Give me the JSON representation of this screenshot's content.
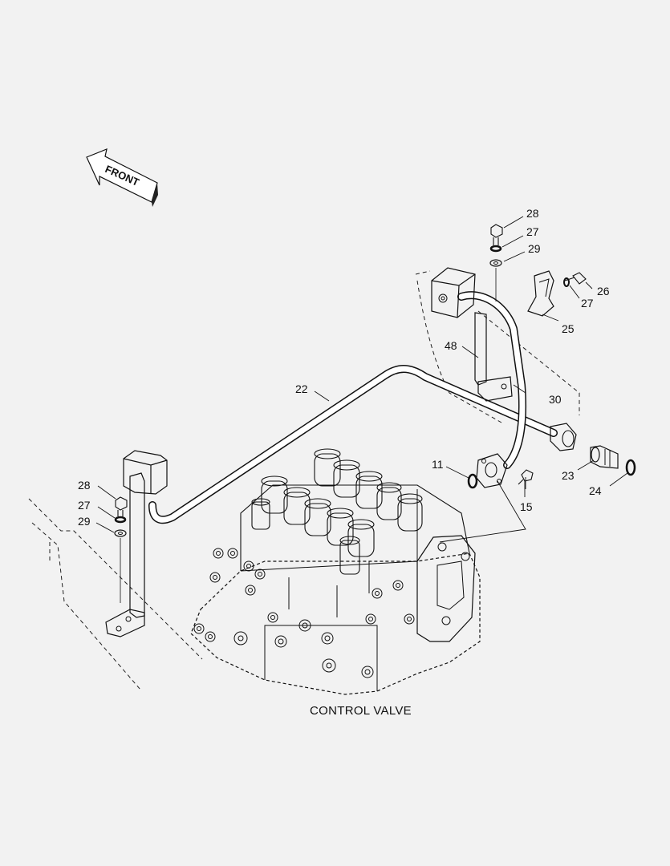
{
  "diagram": {
    "direction_arrow": "FRONT",
    "caption": "CONTROL VALVE",
    "callouts": {
      "c22": "22",
      "c48": "48",
      "c30": "30",
      "c28_top": "28",
      "c27_top": "27",
      "c29_top": "29",
      "c26": "26",
      "c27_right": "27",
      "c25": "25",
      "c11": "11",
      "c23": "23",
      "c24": "24",
      "c15": "15",
      "c28_left": "28",
      "c27_left": "27",
      "c29_left": "29"
    }
  }
}
